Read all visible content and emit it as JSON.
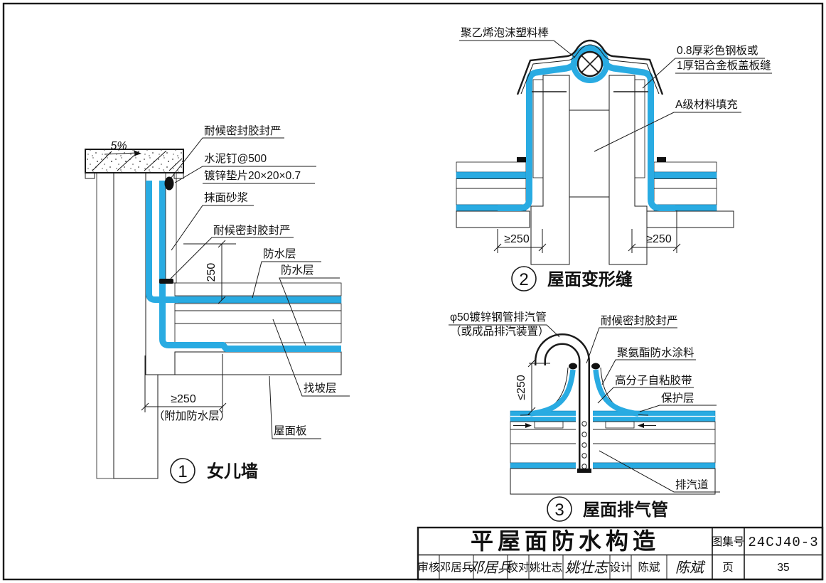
{
  "sheet": {
    "type": "construction-detail-drawing",
    "colors": {
      "waterproof_blue": "#29abe2",
      "line": "#1a1a1a",
      "paper": "#ffffff"
    }
  },
  "details": {
    "parapet": {
      "num": "1",
      "caption": "女儿墙",
      "labels": {
        "slope": "5%",
        "sealant_top": "耐候密封胶封严",
        "nail": "水泥钉@500",
        "washer": "镀锌垫片20×20×0.7",
        "mortar": "抹面砂浆",
        "sealant_base": "耐候密封胶封严",
        "waterproof1": "防水层",
        "waterproof2": "防水层",
        "slope_layer": "找坡层",
        "roof_slab": "屋面板"
      },
      "dims": {
        "height": "250",
        "extra": "≥250",
        "extra_note": "（附加防水层）"
      }
    },
    "joint": {
      "num": "2",
      "caption": "屋面变形缝",
      "labels": {
        "foam_rod": "聚乙烯泡沫塑料棒",
        "cover_line1": "0.8厚彩色钢板或",
        "cover_line2": "1厚铝合金板盖板缝",
        "fill": "A级材料填充"
      },
      "dims": {
        "left": "≥250",
        "right": "≥250"
      }
    },
    "vent": {
      "num": "3",
      "caption": "屋面排气管",
      "labels": {
        "pipe_line1": "φ50镀锌钢管排汽管",
        "pipe_line2": "（或成品排汽装置）",
        "sealant": "耐候密封胶封严",
        "coating": "聚氨酯防水涂料",
        "tape": "高分子自粘胶带",
        "protection": "保护层",
        "channel": "排汽道"
      },
      "dims": {
        "height": "≤250"
      }
    }
  },
  "titleblock": {
    "title": "平屋面防水构造",
    "atlas_label": "图集号",
    "atlas_no": "24CJ40-3",
    "page_label": "页",
    "page_no": "35",
    "auditor_label": "审核",
    "auditor": "邓居兵",
    "auditor_sig": "邓居兵",
    "checker_label": "校对",
    "checker": "姚壮志",
    "checker_sig": "姚壮志",
    "designer_label": "设计",
    "designer": "陈斌",
    "designer_sig": "陈斌"
  }
}
